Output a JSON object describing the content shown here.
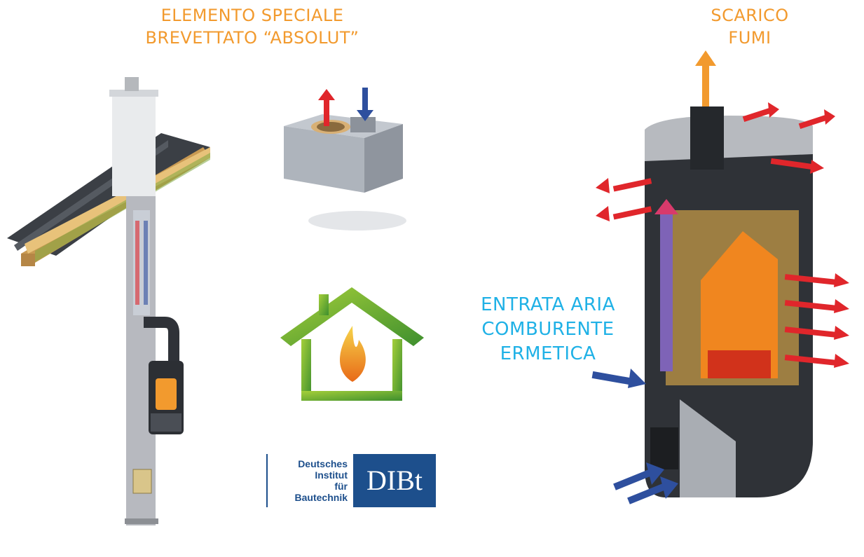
{
  "labels": {
    "special_element": [
      "ELEMENTO SPECIALE",
      "BREVETTATO “ABSOLUT”"
    ],
    "flue_exhaust": [
      "SCARICO",
      "FUMI"
    ],
    "air_inlet": [
      "ENTRATA ARIA",
      "COMBURENTE",
      "ERMETICA"
    ]
  },
  "logo": {
    "institute_lines": [
      "Deutsches",
      "Institut",
      "für",
      "Bautechnik"
    ],
    "acronym": "DIBt"
  },
  "colors": {
    "heading_orange": "#f29a2e",
    "heading_cyan": "#1fb1e6",
    "hot_arrow": "#e0262b",
    "cold_arrow": "#2e4f9e",
    "logo_blue": "#1d4f8c",
    "house_green": "#5aa829"
  },
  "icons": [
    "chimney-cutaway-illustration",
    "chimney-block-illustration",
    "house-flame-icon",
    "stove-cutaway-illustration"
  ]
}
